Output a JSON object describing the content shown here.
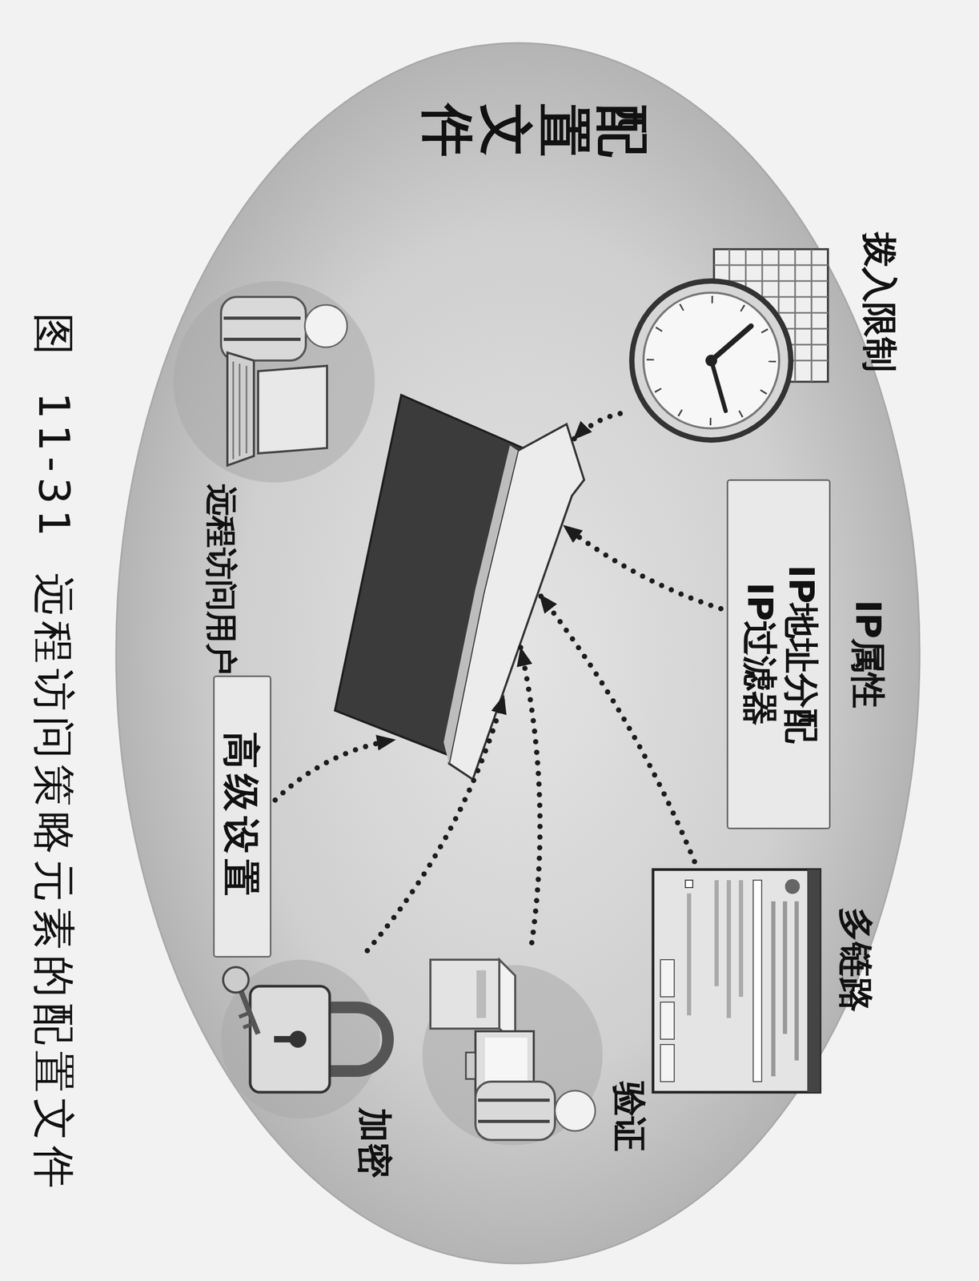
{
  "diagram": {
    "caption": "图 11-31 远程访问策略元素的配置文件",
    "nodes": [
      {
        "text": [
          "配置文件"
        ]
      },
      {
        "text": [
          "拨入限制"
        ],
        "in": 0
      },
      {
        "text": [
          "IP属性",
          "IP地址分配",
          "IP过滤器"
        ],
        "in": 0
      },
      {
        "text": [
          "多链路"
        ],
        "in": 0
      },
      {
        "text": [
          "远程访问用户"
        ],
        "in": 0
      },
      {
        "text": [
          "高级设置"
        ],
        "in": 0
      },
      {
        "text": [
          "验证"
        ],
        "in": 0
      },
      {
        "text": [
          "加密"
        ],
        "in": 0
      }
    ],
    "edges": [
      {
        "from": 1,
        "to": 0,
        "arrow": "to"
      },
      {
        "from": 2,
        "to": 0,
        "arrow": "to"
      },
      {
        "from": 3,
        "to": 0,
        "arrow": "to"
      },
      {
        "from": 5,
        "to": 0,
        "arrow": "to"
      },
      {
        "from": 6,
        "to": 0,
        "arrow": "to"
      },
      {
        "from": 7,
        "to": 0,
        "arrow": "to"
      }
    ]
  }
}
